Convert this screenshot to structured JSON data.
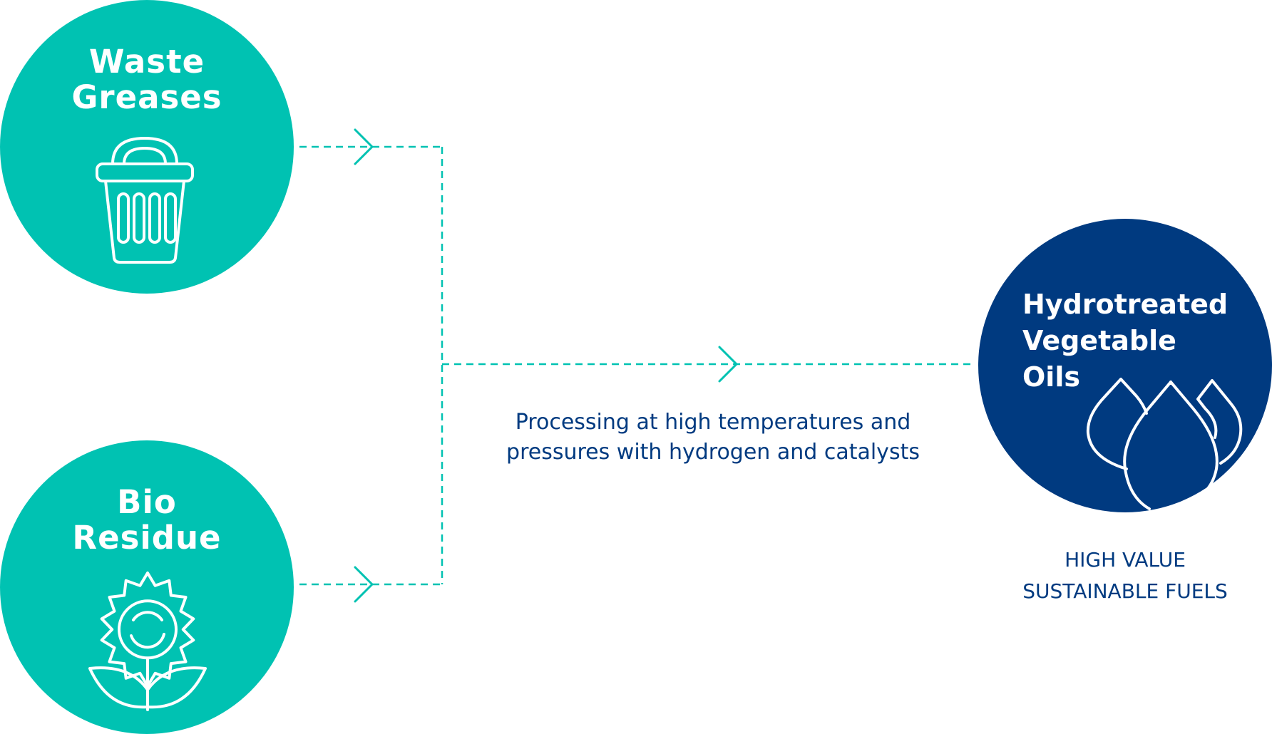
{
  "theme": {
    "teal": "#00C2B2",
    "navy": "#003A80",
    "white": "#FFFFFF"
  },
  "inputs": [
    {
      "title": "Waste\nGreases",
      "icon": "trash-bin-icon"
    },
    {
      "title": "Bio\nResidue",
      "icon": "sunflower-icon"
    }
  ],
  "process": {
    "lines": [
      "Processing at high temperatures and",
      "pressures with hydrogen and catalysts"
    ]
  },
  "output": {
    "title": "Hydrotreated\nVegetable\nOils",
    "icon": "oil-drops-icon",
    "label_lines": [
      "HIGH VALUE",
      "SUSTAINABLE FUELS"
    ]
  }
}
